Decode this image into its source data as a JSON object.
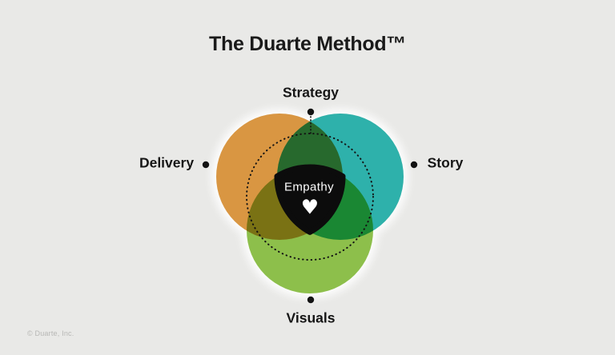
{
  "title": "The Duarte Method™",
  "copyright": "© Duarte, Inc.",
  "venn": {
    "labels": {
      "top": "Strategy",
      "left": "Delivery",
      "right": "Story",
      "bottom": "Visuals",
      "center": "Empathy"
    },
    "heart_icon": "♥",
    "colors": {
      "background": "#E9E9E7",
      "delivery_circle": "#DC9843",
      "story_circle": "#2EB3AD",
      "visuals_circle": "#8FC24C",
      "center_shape": "#0C0C0C",
      "dotted_ring": "#131313",
      "label_text": "#161616",
      "center_text": "#FFFFFF"
    }
  }
}
